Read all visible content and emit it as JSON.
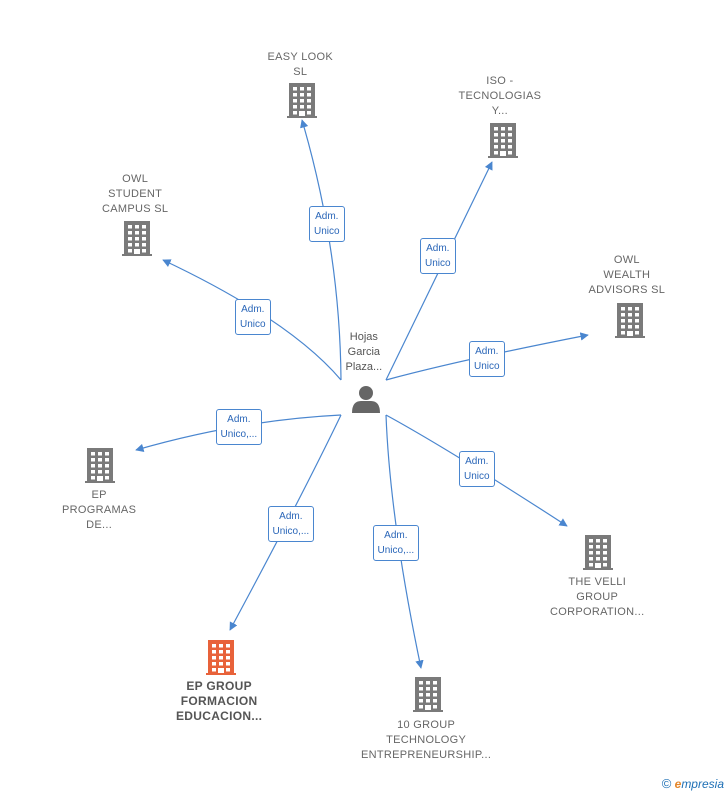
{
  "center": {
    "name_lines": [
      "Hojas",
      "Garcia",
      "Plaza..."
    ],
    "icon": "person-icon"
  },
  "nodes": [
    {
      "id": "easy-look",
      "label": "EASY LOOK\nSL",
      "highlight": false
    },
    {
      "id": "iso-tecnologias",
      "label": "ISO -\nTECNOLOGIAS\nY...",
      "highlight": false
    },
    {
      "id": "owl-student",
      "label": "OWL\nSTUDENT\nCAMPUS  SL",
      "highlight": false
    },
    {
      "id": "owl-wealth",
      "label": "OWL\nWEALTH\nADVISORS  SL",
      "highlight": false
    },
    {
      "id": "ep-programas",
      "label": "EP\nPROGRAMAS\nDE...",
      "highlight": false
    },
    {
      "id": "the-velli",
      "label": "THE VELLI\nGROUP\nCORPORATION...",
      "highlight": false
    },
    {
      "id": "ep-group",
      "label": "EP GROUP\nFORMACION\nEDUCACION...",
      "highlight": true
    },
    {
      "id": "10-group",
      "label": "10 GROUP\nTECHNOLOGY\nENTREPRENEURSHIP...",
      "highlight": false
    }
  ],
  "edges": [
    {
      "to": "easy-look",
      "label": "Adm.\nUnico"
    },
    {
      "to": "iso-tecnologias",
      "label": "Adm.\nUnico"
    },
    {
      "to": "owl-student",
      "label": "Adm.\nUnico"
    },
    {
      "to": "owl-wealth",
      "label": "Adm.\nUnico"
    },
    {
      "to": "ep-programas",
      "label": "Adm.\nUnico,..."
    },
    {
      "to": "the-velli",
      "label": "Adm.\nUnico"
    },
    {
      "to": "ep-group",
      "label": "Adm.\nUnico,..."
    },
    {
      "to": "10-group",
      "label": "Adm.\nUnico,..."
    }
  ],
  "colors": {
    "edge": "#4a86cf",
    "building": "#7a7a7a",
    "building_highlight": "#e8623a",
    "person": "#666666"
  },
  "brand": {
    "copyright": "©",
    "first_letter": "e",
    "rest": "mpresia"
  }
}
